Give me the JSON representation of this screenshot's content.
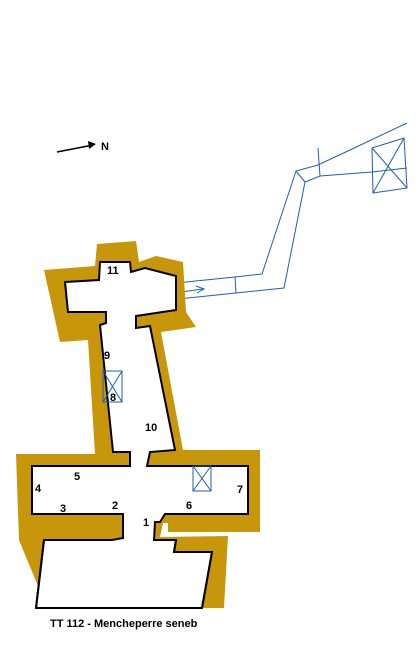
{
  "north_label": "N",
  "caption": "TT 112 - Mencheperre seneb",
  "room_numbers": [
    "1",
    "2",
    "3",
    "4",
    "5",
    "6",
    "7",
    "8",
    "9",
    "10",
    "11"
  ],
  "colors": {
    "wall": "#C8960A",
    "outline": "#000000",
    "extension": "#1F5FAF",
    "background": "#FFFFFF"
  }
}
